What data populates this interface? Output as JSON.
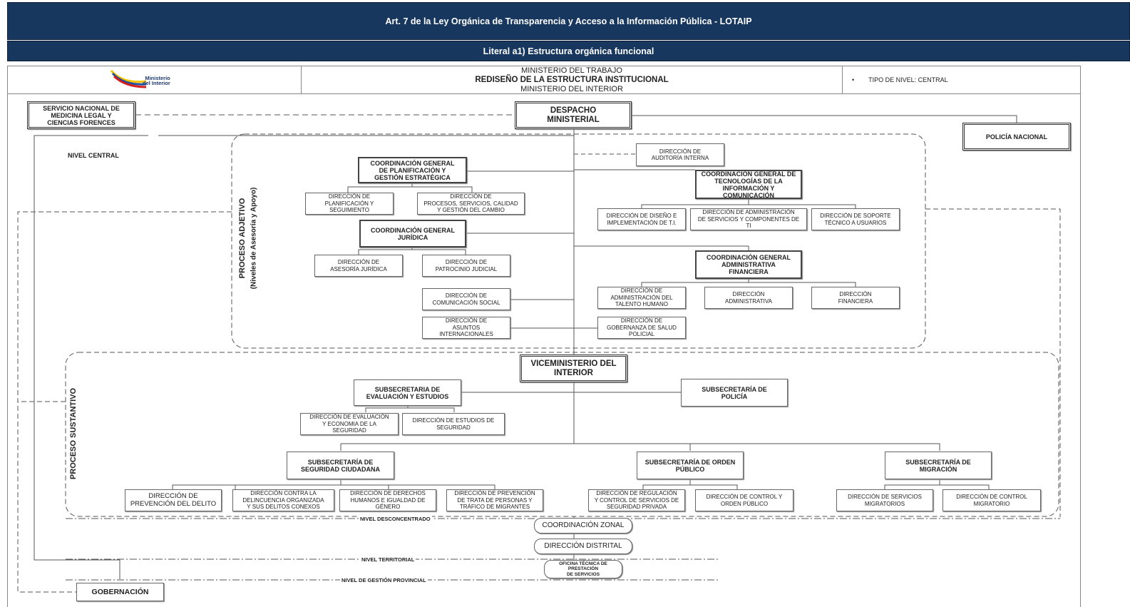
{
  "banners": {
    "title": "Art. 7 de la Ley Orgánica de Transparencia y Acceso a la Información Pública - LOTAIP",
    "subtitle": "Literal a1) Estructura orgánica funcional"
  },
  "chart_header": {
    "logo_text": "Ministerio\ndel Interior",
    "line1": "MINISTERIO DEL TRABAJO",
    "line2": "REDISEÑO DE LA ESTRUCTURA INSTITUCIONAL",
    "line3": "MINISTERIO DEL INTERIOR",
    "bullet": "•",
    "nivel": "TIPO DE NIVEL: CENTRAL"
  },
  "labels": {
    "nivel_central": "NIVEL CENTRAL",
    "proceso_adjetivo": "PROCESO ADJETIVO",
    "proceso_adjetivo_sub": "(Niveles de Asesoría y Apoyo)",
    "proceso_sustantivo": "PROCESO SUSTANTIVO",
    "nivel_desconcentrado": "NIVEL DESCONCENTRADO",
    "nivel_territorial": "NIVEL TERRITORIAL",
    "nivel_gestion_provincial": "NIVEL DE GESTIÓN PROVINCIAL"
  },
  "units": {
    "senaml": "SERVICIO NACIONAL DE\nMEDICINA LEGAL Y\nCIENCIAS FORENCES",
    "despacho": "DESPACHO\nMINISTERIAL",
    "policia": "POLICÍA NACIONAL",
    "auditoria": "DIRECCIÓN DE\nAUDITORÍA INTERNA",
    "cg_planificacion": "COORDINACIÓN GENERAL\nDE PLANIFICACIÓN Y\nGESTIÓN ESTRATÉGICA",
    "d_planificacion": "DIRECCIÓN DE\nPLANIFICACIÓN Y\nSEGUIMIENTO",
    "d_procesos": "DIRECCIÓN DE\nPROCESOS, SERVICIOS, CALIDAD\nY GESTIÓN DEL CAMBIO",
    "cg_juridica": "COORDINACIÓN GENERAL\nJURÍDICA",
    "d_asesoria": "DIRECCIÓN DE\nASESORÍA JURÍDICA",
    "d_patrocinio": "DIRECCIÓN DE\nPATROCINIO JUDICIAL",
    "d_comunicacion": "DIRECCIÓN DE\nCOMUNICACIÓN SOCIAL",
    "d_asuntos": "DIRECCIÓN DE\nASUNTOS\nINTERNACIONALES",
    "cg_tic": "COORDINACIÓN GENERAL DE\nTECNOLOGÍAS DE LA\nINFORMACIÓN Y\nCOMUNICACIÓN",
    "d_diseno": "DIRECCIÓN DE DISEÑO E\nIMPLEMENTACIÓN DE T.I.",
    "d_admin_servicios": "DIRECCIÓN DE ADMINISTRACIÓN\nDE SERVICIOS Y COMPONENTES DE\nTI",
    "d_soporte": "DIRECCIÓN DE SOPORTE\nTÉCNICO A USUARIOS",
    "cg_administrativa": "COORDINACIÓN GENERAL\nADMINISTRATIVA\nFINANCIERA",
    "d_talento": "DIRECCIÓN DE\nADMINISTRACIÓN DEL\nTALENTO HUMANO",
    "d_administrativa": "DIRECCIÓN\nADMINISTRATIVA",
    "d_financiera": "DIRECCIÓN\nFINANCIERA",
    "d_gobernanza": "DIRECCIÓN DE\nGOBERNANZA DE SALUD\nPOLICIAL",
    "viceministerio": "VICEMINISTERIO DEL\nINTERIOR",
    "ss_evaluacion": "SUBSECRETARIA DE\nEVALUACIÓN Y ESTUDIOS",
    "d_evaluacion": "DIRECCIÓN DE EVALUACIÓN\nY ECONOMIA DE LA\nSEGURIDAD",
    "d_estudios": "DIRECCIÓN DE ESTUDIOS DE\nSEGURIDAD",
    "ss_policia": "SUBSECRETARÍA DE\nPOLICÍA",
    "ss_seguridad": "SUBSECRETARÍA DE\nSEGURIDAD CIUDADANA",
    "d_prevencion": "DIRECCIÓN DE\nPREVENCIÓN DEL DELITO",
    "d_delincuencia": "DIRECCIÓN CONTRA LA\nDELINCUENCIA ORGANIZADA\nY SUS DELITOS CONEXOS",
    "d_derechos": "DIRECCIÓN DE DERECHOS\nHUMANOS E IGUALDAD DE\nGÉNERO",
    "d_trata": "DIRECCIÓN DE PREVENCIÓN\nDE TRATA DE PERSONAS Y\nTRÁFICO DE MIGRANTES",
    "ss_orden": "SUBSECRETARÍA DE  ORDEN\nPÚBLICO",
    "d_regulacion": "DIRECCIÓN DE REGULACIÓN\nY CONTROL DE SERVICIOS DE\nSEGURIDAD PRIVADA",
    "d_control_orden": "DIRECCIÓN DE CONTROL Y\nORDEN PÚBLICO",
    "ss_migracion": "SUBSECRETARÍA DE\nMIGRACIÓN",
    "d_servicios_migratorios": "DIRECCIÓN DE SERVICIOS\nMIGRATORIOS",
    "d_control_migratorio": "DIRECCIÓN DE  CONTROL\nMIGRATORIO",
    "coordinacion_zonal": "COORDINACIÓN ZONAL",
    "direccion_distrital": "DIRECCIÓN DISTRITAL",
    "oficina_tecnica": "OFICINA TÉCNICA DE\nPRESTACIÓN\nDE SERVICIOS",
    "gobernacion": "GOBERNACIÓN"
  }
}
